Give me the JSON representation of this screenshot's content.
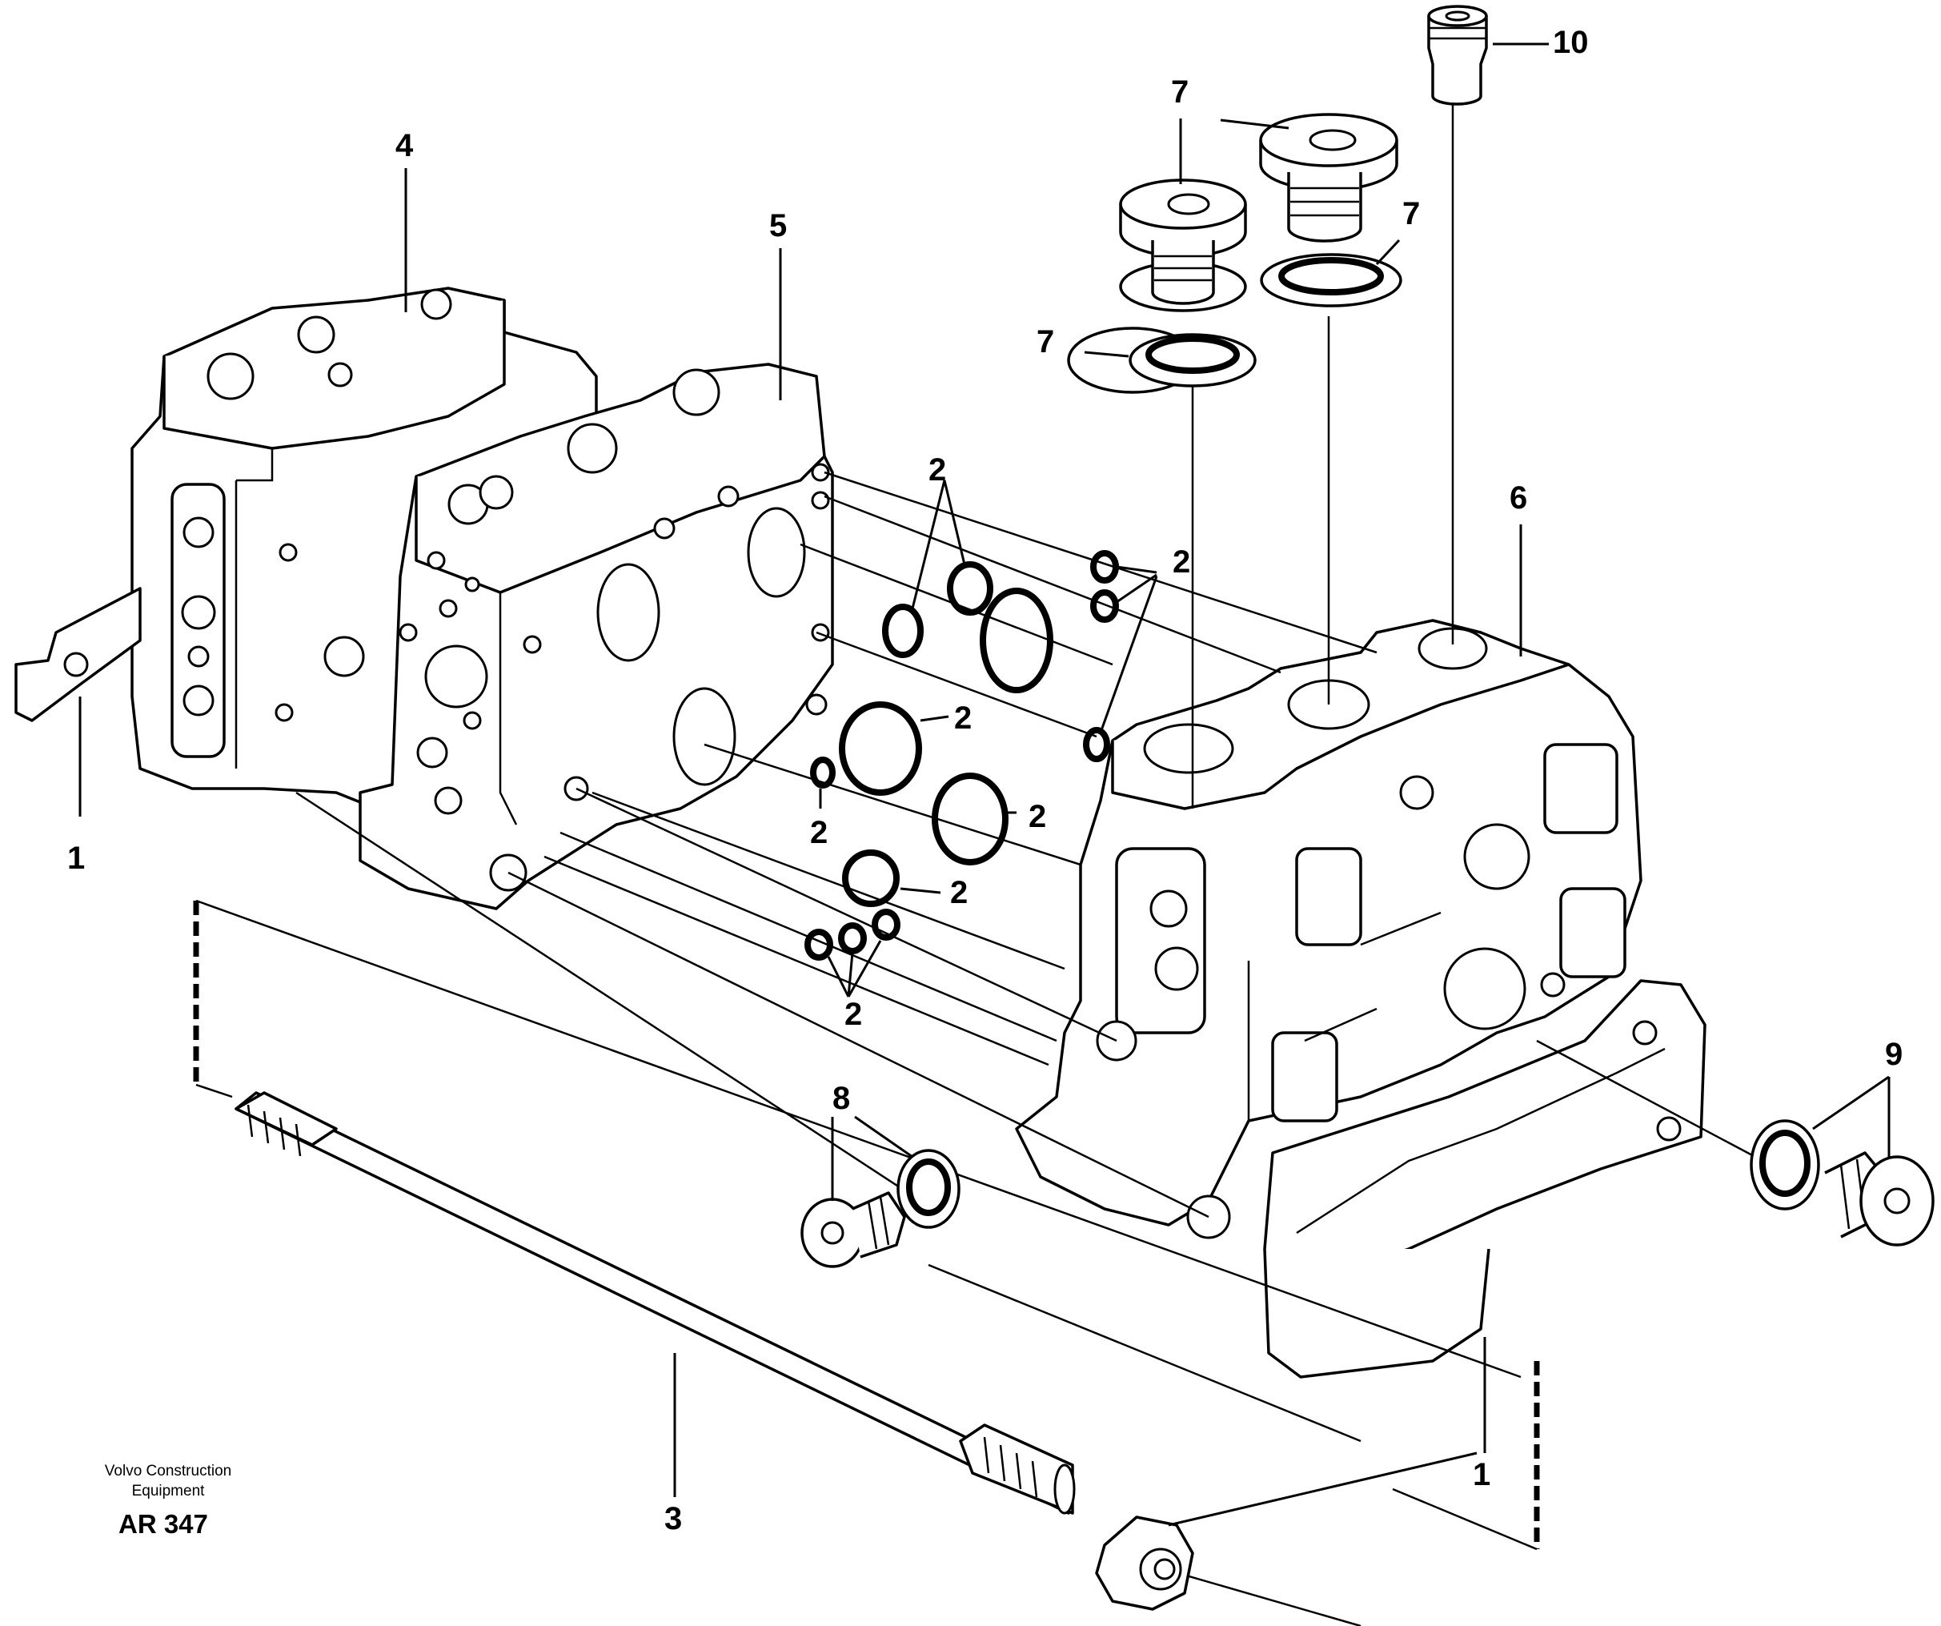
{
  "callouts": {
    "c1_left": "1",
    "c1_bottom": "1",
    "c2": "2",
    "c3": "3",
    "c4": "4",
    "c5": "5",
    "c6": "6",
    "c7": "7",
    "c8": "8",
    "c9": "9",
    "c10": "10"
  },
  "credit": {
    "line1": "Volvo Construction",
    "line2": "Equipment",
    "code": "AR 347"
  }
}
